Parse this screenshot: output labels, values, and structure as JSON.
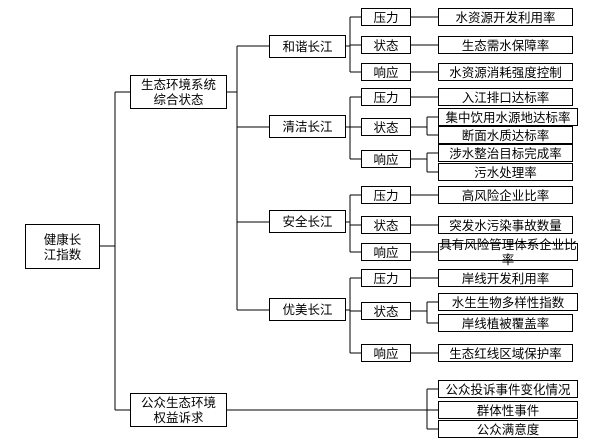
{
  "root": {
    "line1": "健康长",
    "line2": "江指数"
  },
  "branches": {
    "ecology": {
      "line1": "生态环境系统",
      "line2": "综合状态"
    },
    "appeal": {
      "line1": "公众生态环境",
      "line2": "权益诉求"
    }
  },
  "goals": {
    "harmony": "和谐长江",
    "clean": "清洁长江",
    "safe": "安全长江",
    "beauty": "优美长江"
  },
  "dims": {
    "pressure": "压力",
    "state": "状态",
    "response": "响应"
  },
  "indicators": {
    "harmony_pressure": "水资源开发利用率",
    "harmony_state": "生态需水保障率",
    "harmony_response": "水资源消耗强度控制",
    "clean_pressure": "入江排口达标率",
    "clean_state_1": "集中饮用水源地达标率",
    "clean_state_2": "断面水质达标率",
    "clean_response_1": "涉水整治目标完成率",
    "clean_response_2": "污水处理率",
    "safe_pressure": "高风险企业比率",
    "safe_state": "突发水污染事故数量",
    "safe_response": "具有风险管理体系企业比率",
    "beauty_pressure": "岸线开发利用率",
    "beauty_state_1": "水生生物多样性指数",
    "beauty_state_2": "岸线植被覆盖率",
    "beauty_response": "生态红线区域保护率",
    "appeal_1": "公众投诉事件变化情况",
    "appeal_2": "群体性事件",
    "appeal_3": "公众满意度"
  }
}
